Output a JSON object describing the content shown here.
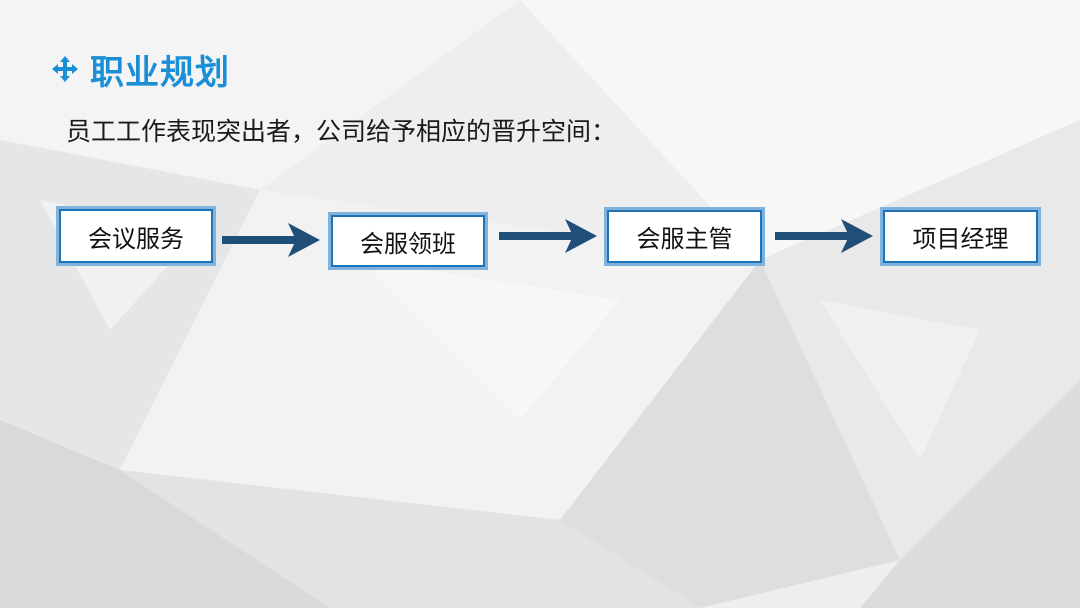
{
  "title": {
    "text": "职业规划",
    "icon": "four-arrow-icon",
    "color": "#1b8fd6"
  },
  "subtitle": "员工工作表现突出者，公司给予相应的晋升空间：",
  "flow": {
    "steps": [
      "会议服务",
      "会服领班",
      "会服主管",
      "项目经理"
    ],
    "box_border_color": "#1e74b7",
    "arrow_color": "#1f4e79"
  }
}
